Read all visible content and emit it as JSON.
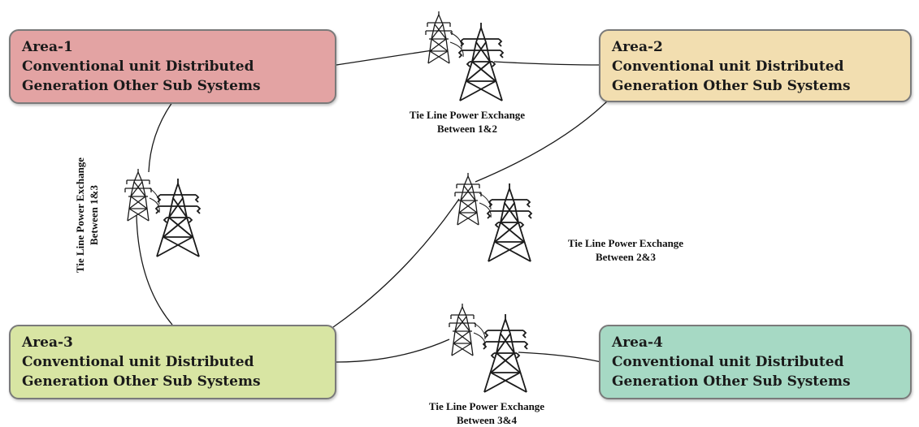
{
  "areas": [
    {
      "id": "area-1",
      "title": "Area-1",
      "line1": "Conventional unit Distributed",
      "line2": "Generation Other Sub Systems",
      "color": "#e3a3a3"
    },
    {
      "id": "area-2",
      "title": "Area-2",
      "line1": "Conventional unit Distributed",
      "line2": "Generation Other Sub Systems",
      "color": "#f2deb0"
    },
    {
      "id": "area-3",
      "title": "Area-3",
      "line1": "Conventional unit Distributed",
      "line2": "Generation Other Sub Systems",
      "color": "#d8e5a3"
    },
    {
      "id": "area-4",
      "title": "Area-4",
      "line1": "Conventional unit Distributed",
      "line2": "Generation Other Sub Systems",
      "color": "#a6d9c4"
    }
  ],
  "tie_lines": [
    {
      "id": "tie-1-2",
      "line1": "Tie Line Power Exchange",
      "line2": "Between 1&2"
    },
    {
      "id": "tie-1-3",
      "line1": "Tie Line Power Exchange",
      "line2": "Between 1&3"
    },
    {
      "id": "tie-2-3",
      "line1": "Tie Line Power Exchange",
      "line2": "Between 2&3"
    },
    {
      "id": "tie-3-4",
      "line1": "Tie Line Power Exchange",
      "line2": "Between 3&4"
    }
  ],
  "icons": {
    "tower": "transmission-tower-icon"
  }
}
